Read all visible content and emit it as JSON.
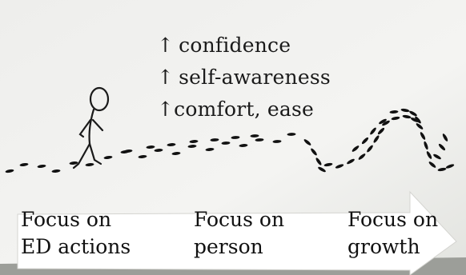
{
  "gains": [
    {
      "symbol": "↑",
      "label": "confidence"
    },
    {
      "symbol": "↑",
      "label": "self-awareness"
    },
    {
      "symbol": "↑",
      "label": "comfort, ease"
    }
  ],
  "stages": [
    {
      "line1": "Focus on",
      "line2": "ED actions"
    },
    {
      "line1": "Focus on",
      "line2": "person"
    },
    {
      "line1": "Focus on",
      "line2": "growth"
    }
  ],
  "colors": {
    "paper": "#f2f2ef",
    "ink": "#1a1a1a",
    "arrow_fill": "#ffffff",
    "background": "#a8aaa6"
  },
  "icons": {
    "figure": "stick-figure-icon",
    "path": "footprints-path",
    "direction": "right-arrow-shape"
  }
}
